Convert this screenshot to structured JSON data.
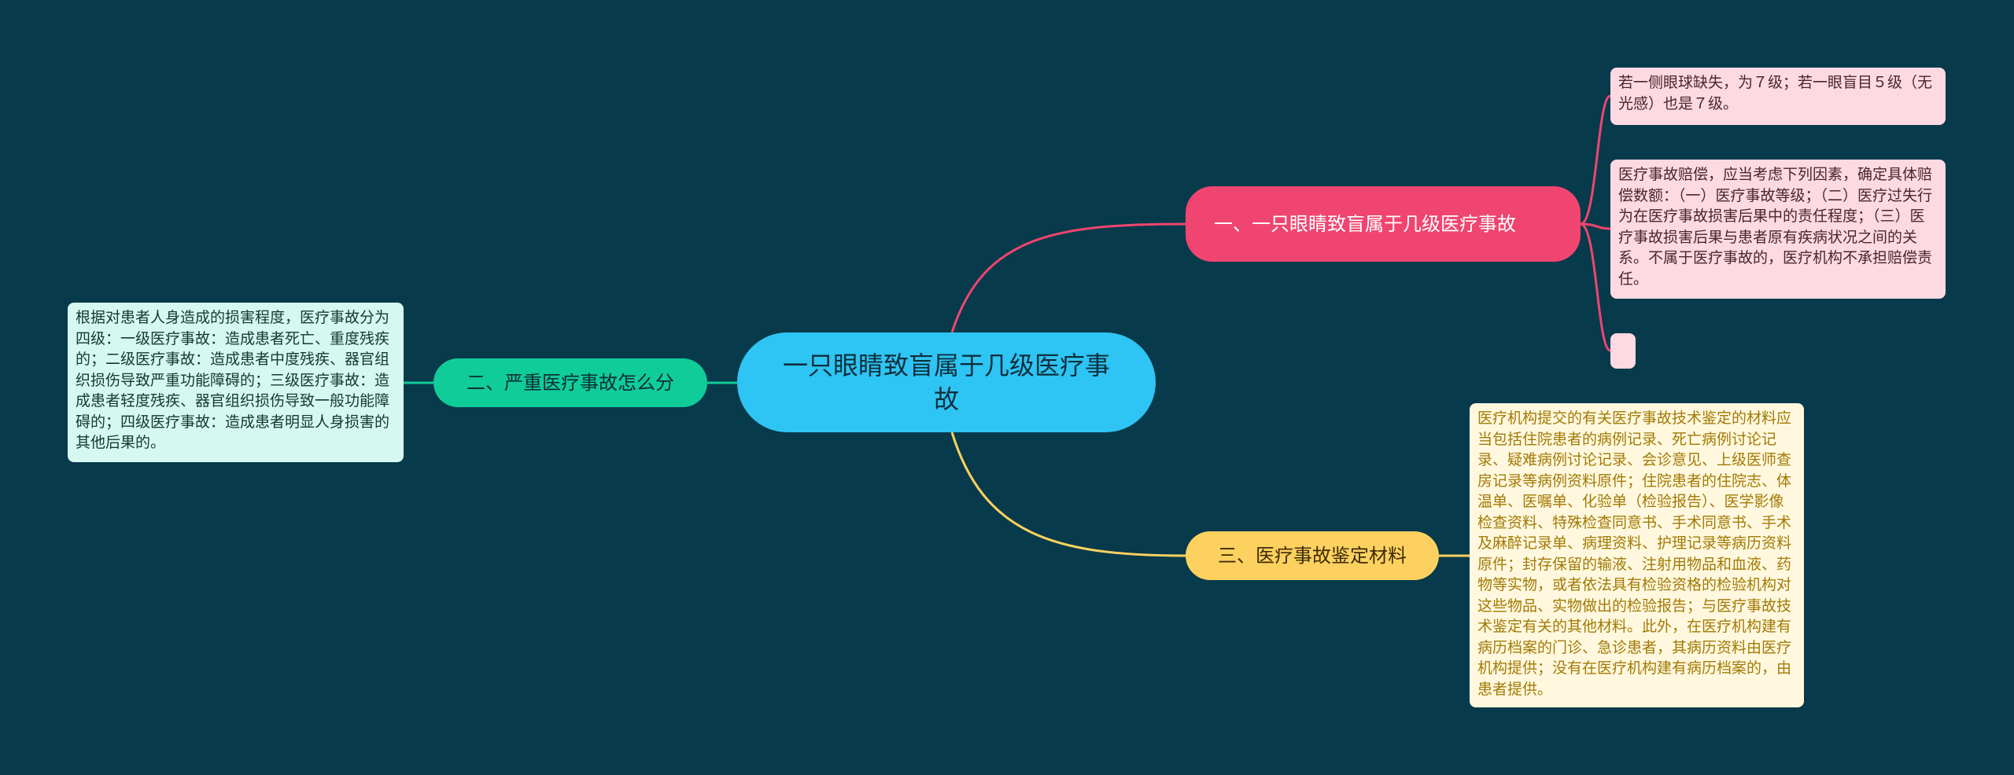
{
  "root": {
    "title": "一只眼睛致盲属于几级医疗事故"
  },
  "branches": [
    {
      "label": "一、一只眼睛致盲属于几级医疗事故",
      "color": "#ef4570",
      "leaves": [
        "若一侧眼球缺失，为７级；若一眼盲目５级（无光感）也是７级。",
        "医疗事故赔偿，应当考虑下列因素，确定具体赔偿数额：（一）医疗事故等级；（二）医疗过失行为在医疗事故损害后果中的责任程度；（三）医疗事故损害后果与患者原有疾病状况之间的关系。不属于医疗事故的，医疗机构不承担赔偿责任。",
        ""
      ]
    },
    {
      "label": "二、严重医疗事故怎么分",
      "color": "#10cc99",
      "leaves": [
        "根据对患者人身造成的损害程度，医疗事故分为四级：一级医疗事故：造成患者死亡、重度残疾的；二级医疗事故：造成患者中度残疾、器官组织损伤导致严重功能障碍的；三级医疗事故：造成患者轻度残疾、器官组织损伤导致一般功能障碍的；四级医疗事故：造成患者明显人身损害的其他后果的。"
      ]
    },
    {
      "label": "三、医疗事故鉴定材料",
      "color": "#fdd15f",
      "leaves": [
        "医疗机构提交的有关医疗事故技术鉴定的材料应当包括住院患者的病例记录、死亡病例讨论记录、疑难病例讨论记录、会诊意见、上级医师查房记录等病例资料原件；住院患者的住院志、体温单、医嘱单、化验单（检验报告）、医学影像检查资料、特殊检查同意书、手术同意书、手术及麻醉记录单、病理资料、护理记录等病历资料原件；封存保留的输液、注射用物品和血液、药物等实物，或者依法具有检验资格的检验机构对这些物品、实物做出的检验报告；与医疗事故技术鉴定有关的其他材料。此外，在医疗机构建有病历档案的门诊、急诊患者，其病历资料由医疗机构提供；没有在医疗机构建有病历档案的，由患者提供。"
      ]
    }
  ]
}
